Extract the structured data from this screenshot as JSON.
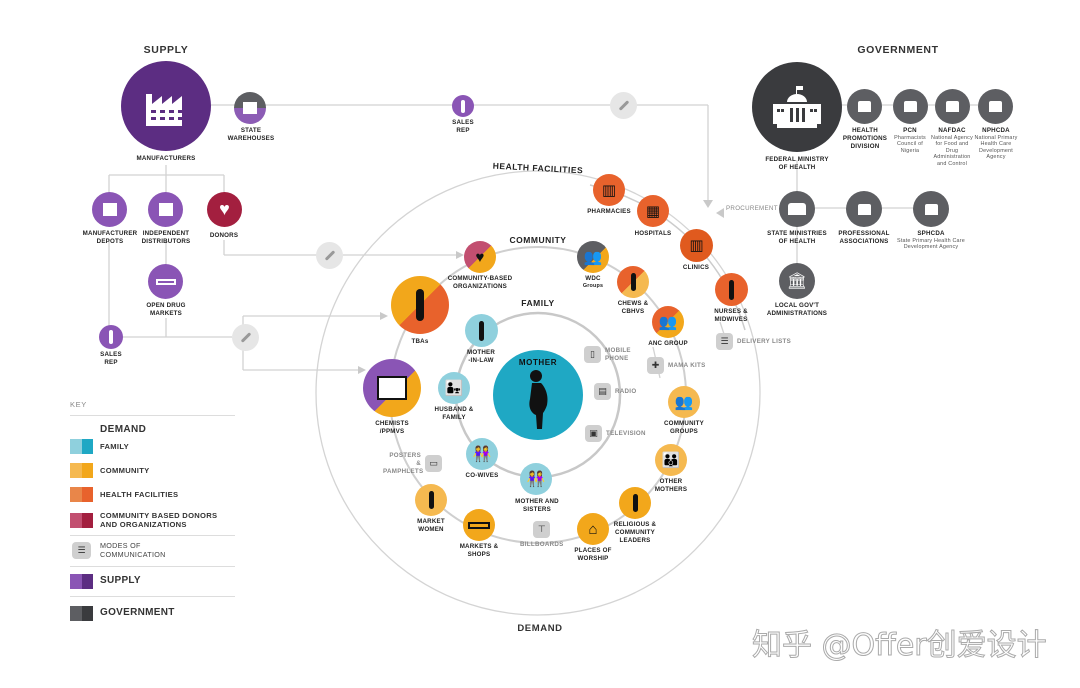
{
  "colors": {
    "supply": "#5c2d82",
    "supply_light": "#9b6cc0",
    "government": "#3a3b3e",
    "government_light": "#6b6d71",
    "family": "#1fa8c4",
    "family_light": "#8fd0dd",
    "community": "#f2a71b",
    "community_light": "#f5b950",
    "health": "#e8622c",
    "health_light": "#e98649",
    "donors": "#a31f3f",
    "donors_light": "#c24f70",
    "line": "#cfcfcf"
  },
  "supply": {
    "title": "SUPPLY",
    "nodes": [
      {
        "label": "MANUFACTURERS"
      },
      {
        "label": "STATE WAREHOUSES"
      },
      {
        "label": "SALES REP"
      },
      {
        "label": "MANUFACTURER DEPOTS"
      },
      {
        "label": "INDEPENDENT DISTRIBUTORS"
      },
      {
        "label": "DONORS"
      },
      {
        "label": "OPEN DRUG MARKETS"
      },
      {
        "label": "SALES REP"
      }
    ]
  },
  "government": {
    "title": "GOVERNMENT",
    "federal": {
      "label": "FEDERAL MINISTRY OF HEALTH"
    },
    "agencies": [
      {
        "label": "HEALTH PROMOTIONS DIVISION",
        "sub": ""
      },
      {
        "label": "PCN",
        "sub": "Pharmacists Council of Nigeria"
      },
      {
        "label": "NAFDAC",
        "sub": "National Agency for Food and Drug Administration and Control"
      },
      {
        "label": "NPHCDA",
        "sub": "National Primary Health Care Development Agency"
      }
    ],
    "state": {
      "label": "STATE MINISTRIES OF HEALTH"
    },
    "professional": {
      "label": "PROFESSIONAL ASSOCIATIONS"
    },
    "sphcda": {
      "label": "SPHCDA",
      "sub": "State Primary Health Care Development Agency"
    },
    "local": {
      "label": "LOCAL GOV'T ADMINISTRATIONS"
    },
    "procurement": "PROCUREMENT"
  },
  "rings": {
    "health_facilities": {
      "title": "HEALTH FACILITIES",
      "nodes": [
        {
          "label": "PHARMACIES"
        },
        {
          "label": "HOSPITALS"
        },
        {
          "label": "CLINICS"
        },
        {
          "label": "NURSES & MIDWIVES"
        }
      ]
    },
    "community": {
      "title": "COMMUNITY",
      "nodes": [
        {
          "label": "COMMUNITY-BASED ORGANIZATIONS"
        },
        {
          "label": "WDC",
          "sub": "Groups"
        },
        {
          "label": "CHEWs & CBHVs"
        },
        {
          "label": "ANC GROUP"
        },
        {
          "label": "COMMUNITY GROUPS"
        },
        {
          "label": "OTHER MOTHERS"
        },
        {
          "label": "RELIGIOUS & COMMUNITY LEADERS"
        },
        {
          "label": "PLACES OF WORSHIP"
        },
        {
          "label": "MARKETS & SHOPS"
        },
        {
          "label": "MARKET WOMEN"
        },
        {
          "label": "CHEMISTS /PPMVS"
        },
        {
          "label": "TBAs"
        }
      ]
    },
    "family": {
      "title": "FAMILY",
      "center": "MOTHER",
      "nodes": [
        {
          "label": "MOTHER -IN-LAW"
        },
        {
          "label": "HUSBAND & FAMILY"
        },
        {
          "label": "CO-WIVES"
        },
        {
          "label": "MOTHER AND SISTERS"
        }
      ]
    },
    "demand_title": "DEMAND"
  },
  "modes": [
    {
      "label": "MOBILE PHONE",
      "icon": "mobile-phone-icon",
      "glyph": "▯"
    },
    {
      "label": "RADIO",
      "icon": "radio-icon",
      "glyph": "▤"
    },
    {
      "label": "TELEVISION",
      "icon": "television-icon",
      "glyph": "▣"
    },
    {
      "label": "MAMA KITS",
      "icon": "medkit-icon",
      "glyph": "✚"
    },
    {
      "label": "DELIVERY LISTS",
      "icon": "list-icon",
      "glyph": "☰"
    },
    {
      "label": "POSTERS & PAMPHLETS",
      "icon": "pamphlet-icon",
      "glyph": "▭"
    },
    {
      "label": "BILLBOARDS",
      "icon": "billboard-icon",
      "glyph": "⊤"
    }
  ],
  "key": {
    "title": "KEY",
    "demand_title": "DEMAND",
    "items": [
      {
        "label": "FAMILY"
      },
      {
        "label": "COMMUNITY"
      },
      {
        "label": "HEALTH FACILITIES"
      },
      {
        "label": "COMMUNITY BASED DONORS AND ORGANIZATIONS"
      }
    ],
    "modes_label": "MODES OF COMMUNICATION",
    "supply_label": "SUPPLY",
    "government_label": "GOVERNMENT"
  },
  "watermark": "知乎 @Offer创爱设计"
}
